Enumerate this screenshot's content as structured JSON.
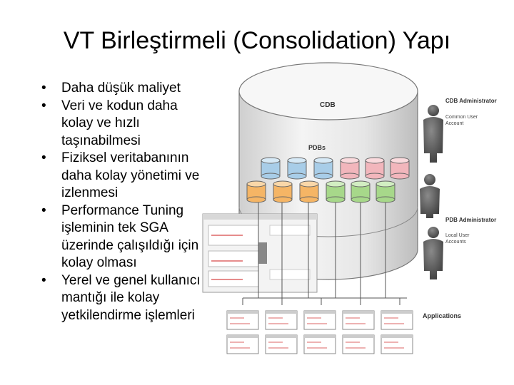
{
  "title": "VT Birleştirmeli (Consolidation) Yapı",
  "bullets": [
    "Daha düşük maliyet",
    "Veri ve kodun daha kolay ve hızlı taşınabilmesi",
    "Fiziksel veritabanının daha kolay yönetimi ve izlenmesi",
    "Performance Tuning işleminin tek SGA üzerinde çalışıldığı için kolay olması",
    "Yerel ve genel kullanıcı mantığı ile kolay yetkilendirme işlemleri"
  ],
  "diagram": {
    "cdb_label": "CDB",
    "pdbs_label": "PDBs",
    "cdb_admin": {
      "title": "CDB Administrator",
      "sub1": "Common User",
      "sub2": "Account"
    },
    "pdb_admin": {
      "title": "PDB Administrator",
      "sub1": "Local User",
      "sub2": "Accounts"
    },
    "applications_label": "Applications",
    "pdb_colors": {
      "blue": "#a8cde8",
      "pink": "#f2b6bc",
      "orange": "#f5b565",
      "green": "#a7d88a"
    }
  }
}
